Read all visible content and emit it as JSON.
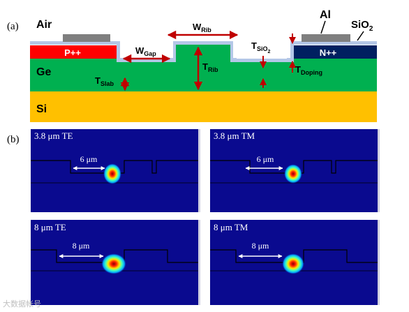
{
  "panel_a": {
    "label": "(a)",
    "air": "Air",
    "al": "Al",
    "sio2": "SiO",
    "sio2_sub": "2",
    "p_doped": "P++",
    "n_doped": "N++",
    "ge": "Ge",
    "si": "Si",
    "w_gap": "W",
    "w_gap_sub": "Gap",
    "w_rib": "W",
    "w_rib_sub": "Rib",
    "t_rib": "T",
    "t_rib_sub": "Rib",
    "t_slab": "T",
    "t_slab_sub": "Slab",
    "t_sio2": "T",
    "t_sio2_sub": "SiO",
    "t_sio2_sub2": "2",
    "t_doping": "T",
    "t_doping_sub": "Doping"
  },
  "panel_b": {
    "label": "(b)",
    "modes": [
      {
        "title": "3.8 μm TE",
        "width_label": "6 μm",
        "wavelength_um": 3.8,
        "polarization": "TE"
      },
      {
        "title": "3.8 μm TM",
        "width_label": "6 μm",
        "wavelength_um": 3.8,
        "polarization": "TM"
      },
      {
        "title": "8 μm TE",
        "width_label": "8 μm",
        "wavelength_um": 8,
        "polarization": "TE"
      },
      {
        "title": "8 μm TM",
        "width_label": "8 μm",
        "wavelength_um": 8,
        "polarization": "TM"
      }
    ]
  },
  "watermark": "大数据帐号",
  "colors": {
    "air": "#ffffff",
    "sio2": "#b4c7e7",
    "ge": "#00b050",
    "si": "#ffc000",
    "p_doped": "#ff0000",
    "n_doped": "#002060",
    "al": "#7f7f7f",
    "arrow": "#c00000",
    "mode_bg": "#0a0a8f"
  }
}
